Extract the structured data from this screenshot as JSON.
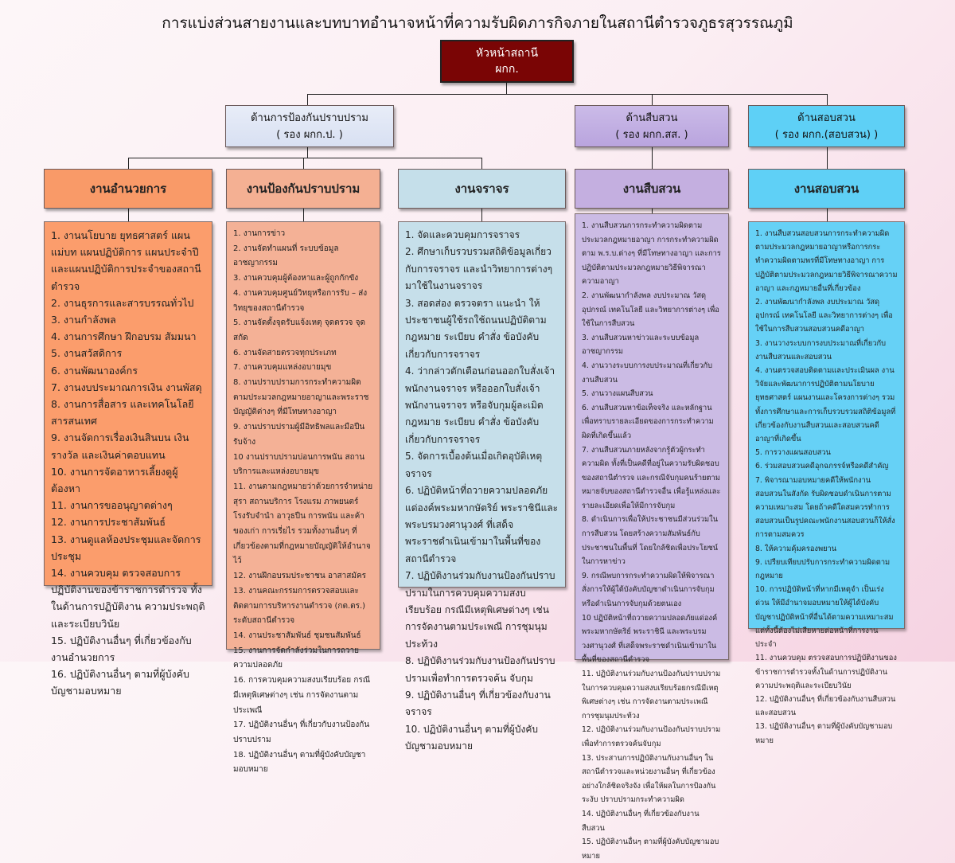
{
  "title": "การแบ่งส่วนสายงานและบทบาทอำนาจหน้าที่ความรับผิดภารกิจภายในสถานีตำรวจภูธรสุวรรณภูมิ",
  "head": {
    "line1": "หัวหน้าสถานี",
    "line2": "ผกก."
  },
  "divisions": [
    {
      "line1": "ด้านการป้องกันปราบปราม",
      "line2": "( รอง ผกก.ป. )"
    },
    {
      "line1": "ด้านสืบสวน",
      "line2": "( รอง ผกก.สส. )"
    },
    {
      "line1": "ด้านสอบสวน",
      "line2": "( รอง ผกก.(สอบสวน) )"
    }
  ],
  "columns": [
    {
      "title": "งานอำนวยการ",
      "color": "#f99a68",
      "list_color": "#fb9d6c",
      "items": [
        "1. งานนโยบาย ยุทธศาสตร์ แผนแม่บท แผนปฏิบัติการ แผนประจำปี และแผนปฏิบัติการประจำของสถานีตำรวจ",
        "2. งานธุรการและสารบรรณทั่วไป",
        "3. งานกำลังพล",
        "4. งานการศึกษา ฝึกอบรม สัมมนา",
        "5. งานสวัสดิการ",
        "6. งานพัฒนาองค์กร",
        "7. งานงบประมาณการเงิน งานพัสดุ",
        "8. งานการสื่อสาร และเทคโนโลยีสารสนเทศ",
        "9. งานจัดการเรื่องเงินสินบน เงินรางวัล และเงินค่าตอบแทน",
        "10. งานการจัดอาหารเลี้ยงดูผู้ต้องหา",
        "11. งานการขออนุญาตต่างๆ",
        "12. งานการประชาสัมพันธ์",
        "13. งานดูแลห้องประชุมและจัดการประชุม",
        "14. งานควบคุม ตรวจสอบการปฏิบัติงานของข้าราชการตำรวจ ทั้งในด้านการปฏิบัติงาน ความประพฤติและระเบียบวินัย",
        "15. ปฏิบัติงานอื่นๆ ที่เกี่ยวข้องกับงานอำนวยการ",
        "16. ปฏิบัติงานอื่นๆ ตามที่ผู้บังคับบัญชามอบหมาย"
      ]
    },
    {
      "title": "งานป้องกันปราบปราม",
      "color": "#f4b093",
      "list_color": "#f4b196",
      "items": [
        "1. งานการข่าว",
        "2. งานจัดทำแผนที่ ระบบข้อมูลอาชญากรรม",
        "3. งานควบคุมผู้ต้องหาและผู้ถูกกักขัง",
        "4. งานควบคุมศูนย์วิทยุหรือการรับ – ส่งวิทยุของสถานีตำรวจ",
        "5. งานจัดตั้งจุดรับแจ้งเหตุ จุดตรวจ จุดสกัด",
        "6. งานจัดสายตรวจทุกประเภท",
        "7. งานควบคุมแหล่งอบายมุข",
        "8. งานปราบปรามการกระทำความผิดตามประมวลกฎหมายอาญาและพระราชบัญญัติต่างๆ ที่มีโทษทางอาญา",
        "9. งานปราบปรามผู้มีอิทธิพลและมือปืนรับจ้าง",
        "10 งานปราบปรามบ่อนการพนัน สถานบริการและแหล่งอบายมุข",
        "11. งานตามกฎหมายว่าด้วยการจำหน่ายสุรา สถานบริการ โรงแรม ภาพยนตร์ โรงรับจำนำ อาวุธปืน การพนัน และค้าของเก่า การเรี่ยไร รวมทั้งงานอื่นๆ ที่เกี่ยวข้องตามที่กฎหมายบัญญัติให้อำนาจไว้",
        "12. งานฝึกอบรมประชาชน อาสาสมัคร",
        "13. งานคณะกรรมการตรวจสอบและติดตามการบริหารงานตำรวจ (กต.ตร.) ระดับสถานีตำรวจ",
        "14. งานประชาสัมพันธ์ ชุมชนสัมพันธ์",
        "15. งานการจัดกำลังร่วมในการถวายความปลอดภัย",
        "16. การควบคุมความสงบเรียบร้อย กรณีมีเหตุพิเศษต่างๆ เช่น การจัดงานตามประเพณี",
        "17. ปฏิบัติงานอื่นๆ ที่เกี่ยวกับงานป้องกันปราบปราม",
        "18. ปฏิบัติงานอื่นๆ ตามที่ผู้บังคับบัญชามอบหมาย"
      ]
    },
    {
      "title": "งานจราจร",
      "color": "#c5dfea",
      "list_color": "#c6dfea",
      "items": [
        "1. จัดและควบคุมการจราจร",
        "2. ศึกษาเก็บรวบรวมสถิติข้อมูลเกี่ยวกับการจราจร และนำวิทยาการต่างๆ มาใช้ในงานจราจร",
        "3. สอดส่อง ตรวจตรา แนะนำ ให้ประชาชนผู้ใช้รถใช้ถนนปฏิบัติตามกฎหมาย ระเบียบ คำสั่ง ข้อบังคับเกี่ยวกับการจราจร",
        "4. ว่ากล่าวตักเตือนก่อนออกใบสั่งเจ้าพนักงานจราจร หรือออกใบสั่งเจ้าพนักงานจราจร หรือจับกุมผู้ละเมิดกฎหมาย ระเบียบ คำสั่ง ข้อบังคับเกี่ยวกับการจราจร",
        "5. จัดการเบื้องต้นเมื่อเกิดอุบัติเหตุจราจร",
        "6. ปฏิบัติหน้าที่ถวายความปลอดภัยแด่องค์พระมหากษัตริย์ พระราชินีและพระบรมวงศานุวงศ์ ที่เสด็จพระราชดำเนินเข้ามาในพื้นที่ของสถานีตำรวจ",
        "7. ปฏิบัติงานร่วมกับงานป้องกันปราบปรามในการควบคุมความสงบเรียบร้อย กรณีมีเหตุพิเศษต่างๆ เช่น การจัดงานตามประเพณี การชุมนุมประท้วง",
        "8. ปฏิบัติงานร่วมกับงานป้องกันปราบปรามเพื่อทำการตรวจค้น จับกุม",
        "9. ปฏิบัติงานอื่นๆ ที่เกี่ยวข้องกับงานจราจร",
        "10. ปฏิบัติงานอื่นๆ ตามที่ผู้บังคับบัญชามอบหมาย"
      ]
    },
    {
      "title": "งานสืบสวน",
      "color": "#c4afe0",
      "list_color": "#cbbbe4",
      "items": [
        "1. งานสืบสวนการกระทำความผิดตามประมวลกฎหมายอาญา การกระทำความผิดตาม พ.ร.บ.ต่างๆ ที่มีโทษทางอาญา และการปฏิบัติตามประมวลกฎหมายวิธีพิจารณาความอาญา",
        "2. งานพัฒนากำลังพล งบประมาณ วัสดุอุปกรณ์ เทคโนโลยี และวิทยาการต่างๆ เพื่อใช้ในการสืบสวน",
        "3. งานสืบสวนหาข่าวและระบบข้อมูลอาชญากรรม",
        "4. งานวางระบบการงบประมาณที่เกี่ยวกับงานสืบสวน",
        "5. งานวางแผนสืบสวน",
        "6. งานสืบสวนหาข้อเท็จจริง และหลักฐานเพื่อทราบรายละเอียดของการกระทำความผิดที่เกิดขึ้นแล้ว",
        "7. งานสืบสวนภายหลังจากรู้ตัวผู้กระทำความผิด ทั้งที่เป็นคดีที่อยู่ในความรับผิดชอบของสถานีตำรวจ และกรณีจับกุมคนร้ายตามหมายจับของสถานีตำรวจอื่น เพื่อรู้แหล่งและรายละเอียดเพื่อให้มีการจับกุม",
        "8. ดำเนินการเพื่อให้ประชาชนมีส่วนร่วมในการสืบสวน โดยสร้างความสัมพันธ์กับประชาชนในพื้นที่ โดยใกล้ชิดเพื่อประโยชน์ในการหาข่าว",
        "9. กรณีพบการกระทำความผิดให้พิจารณาสั่งการให้ผู้ใต้บังคับบัญชาดำเนินการจับกุม หรือดำเนินการจับกุมด้วยตนเอง",
        "10 ปฏิบัติหน้าที่ถวายความปลอดภัยแด่องค์พระมหากษัตริย์ พระราชินี และพระบรมวงศานุวงศ์ ที่เสด็จพระราชดำเนินเข้ามาในพื้นที่ของสถานีตำรวจ",
        "11. ปฏิบัติงานร่วมกับงานป้องกันปราบปราม ในการควบคุมความสงบเรียบร้อยกรณีมีเหตุพิเศษต่างๆ เช่น การจัดงานตามประเพณี การชุมนุมประท้วง",
        "12. ปฏิบัติงานร่วมกับงานป้องกันปราบปราม เพื่อทำการตรวจค้นจับกุม",
        "13. ประสานการปฏิบัติงานกับงานอื่นๆ ในสถานีตำรวจและหน่วยงานอื่นๆ ที่เกี่ยวข้องอย่างใกล้ชิดจริงจัง เพื่อให้ผลในการป้องกัน ระงับ ปราบปรามกระทำความผิด",
        "14. ปฏิบัติงานอื่นๆ ที่เกี่ยวข้องกับงานสืบสวน",
        "15. ปฏิบัติงานอื่นๆ ตามที่ผู้บังคับบัญชามอบหมาย"
      ]
    },
    {
      "title": "งานสอบสวน",
      "color": "#5fd0f6",
      "list_color": "#66d1f6",
      "items": [
        "1. งานสืบสวนสอบสวนการกระทำความผิดตามประมวลกฎหมายอาญาหรือการกระทำความผิดตามพรที่มีโทษทางอาญา การปฏิบัติตามประมวลกฎหมายวิธีพิจารณาความอาญา และกฎหมายอื่นที่เกี่ยวข้อง",
        "2. งานพัฒนากำลังพล งบประมาณ วัสดุอุปกรณ์ เทคโนโลยี และวิทยาการต่างๆ เพื่อใช้ในการสืบสวนสอบสวนคดีอาญา",
        "3. งานวางระบบการงบประมาณที่เกี่ยวกับงานสืบสวนและสอบสวน",
        "4. งานตรวจสอบติดตามและประเมินผล งานวิจัยและพัฒนาการปฏิบัติตามนโยบาย ยุทธศาสตร์ แผนงานและโครงการต่างๆ รวมทั้งการศึกษาและการเก็บรวบรวมสถิติข้อมูลที่เกี่ยวข้องกับงานสืบสวนและสอบสวนคดีอาญาที่เกิดขึ้น",
        "5. การวางแผนสอบสวน",
        "6. ร่วมสอบสวนคดีอุกฉกรรจ์หรือคดีสำคัญ",
        "7. พิจารณามอบหมายคดีให้พนักงานสอบสวนในสังกัด รับผิดชอบดำเนินการตามความเหมาะสม โดยถ้าคดีใดสมควรทำการสอบสวนเป็นรูปคณะพนักงานสอบสวนก็ให้สั่งการตามสมควร",
        "8. ให้ความคุ้มครองพยาน",
        "9. เปรียบเทียบปรับการกระทำความผิดตามกฎหมาย",
        "10. การปฏิบัติหน้าที่หากมีเหตุจำ เป็นเร่งด่วน ให้มีอำนาจมอบหมายให้ผู้ได้บังคับบัญชาปฏิบัติหน้าที่อื่นได้ตามความเหมาะสม แต่ทั้งนี้ต้องไม่เสียหายต่อหน้าที่การงานประจำ",
        "11. งานควบคุม ตรวจสอบการปฏิบัติงานของข้าราชการตำรวจทั้งในด้านการปฏิบัติงาน ความประพฤติและระเบียบวินัย",
        "12. ปฏิบัติงานอื่นๆ ที่เกี่ยวข้องกับงานสืบสวนและสอบสวน",
        "13. ปฏิบัติงานอื่นๆ ตามที่ผู้บังคับบัญชามอบหมาย"
      ]
    }
  ]
}
